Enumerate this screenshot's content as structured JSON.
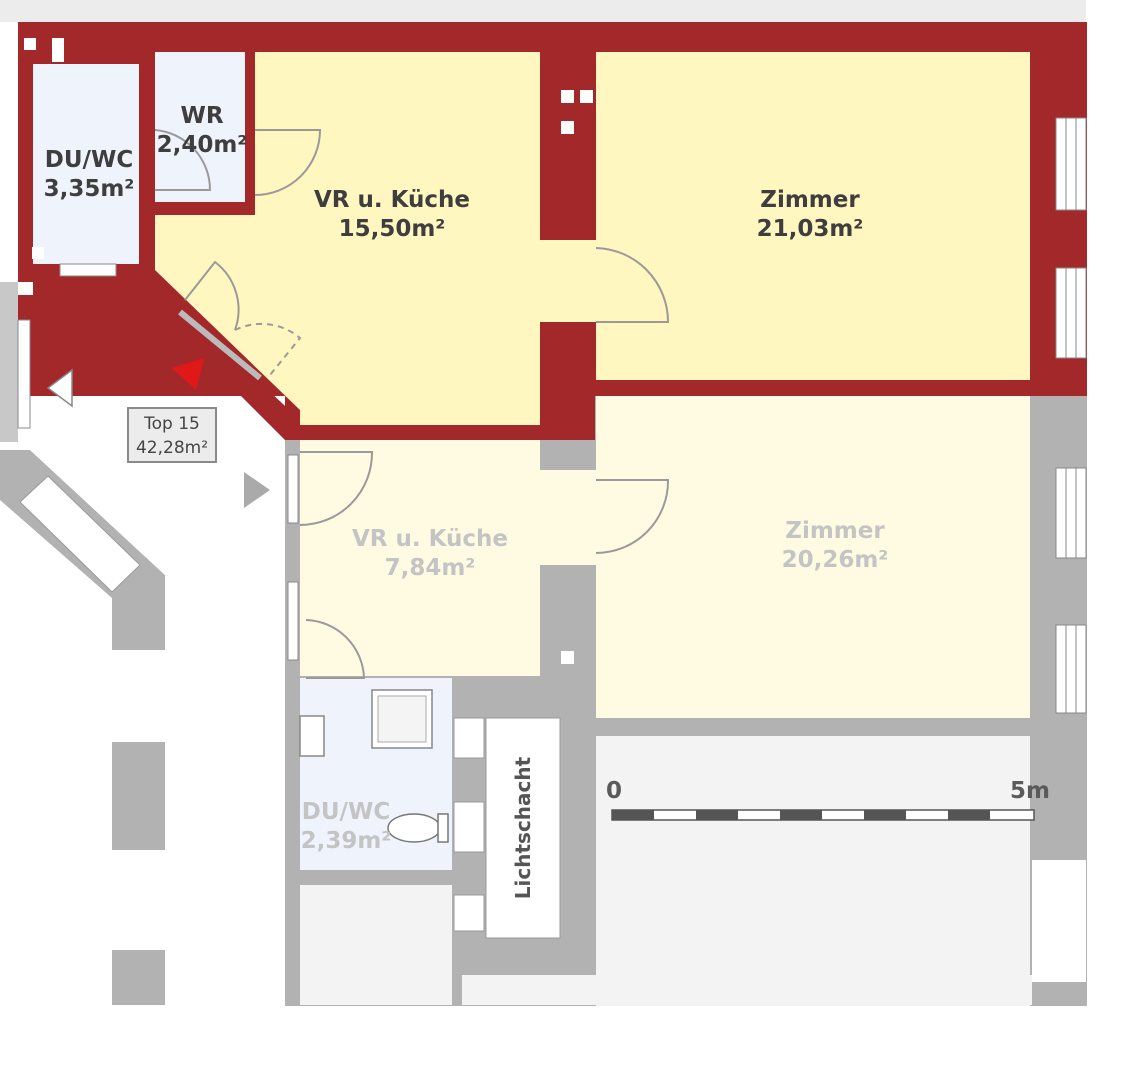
{
  "unit": {
    "label": "Top 15",
    "area": "42,28m²",
    "rooms": [
      {
        "name": "DU/WC",
        "area": "3,35m²"
      },
      {
        "name": "WR",
        "area": "2,40m²"
      },
      {
        "name": "VR u. Küche",
        "area": "15,50m²"
      },
      {
        "name": "Zimmer",
        "area": "21,03m²"
      }
    ]
  },
  "neighbor": {
    "rooms": [
      {
        "name": "VR u. Küche",
        "area": "7,84m²"
      },
      {
        "name": "Zimmer",
        "area": "20,26m²"
      },
      {
        "name": "DU/WC",
        "area": "2,39m²"
      }
    ]
  },
  "shaft_label": "Lichtschacht",
  "scale": {
    "start": "0",
    "end": "5m"
  },
  "colors": {
    "wall_highlight": "#a3282a",
    "wall_other": "#b2b2b2",
    "room_yellow": "#fff6c0",
    "room_pale_yellow": "#fffbe2",
    "bath_blue": "#eef3fc",
    "entrance_marker": "#e11818",
    "corridor": "#ffffff"
  }
}
